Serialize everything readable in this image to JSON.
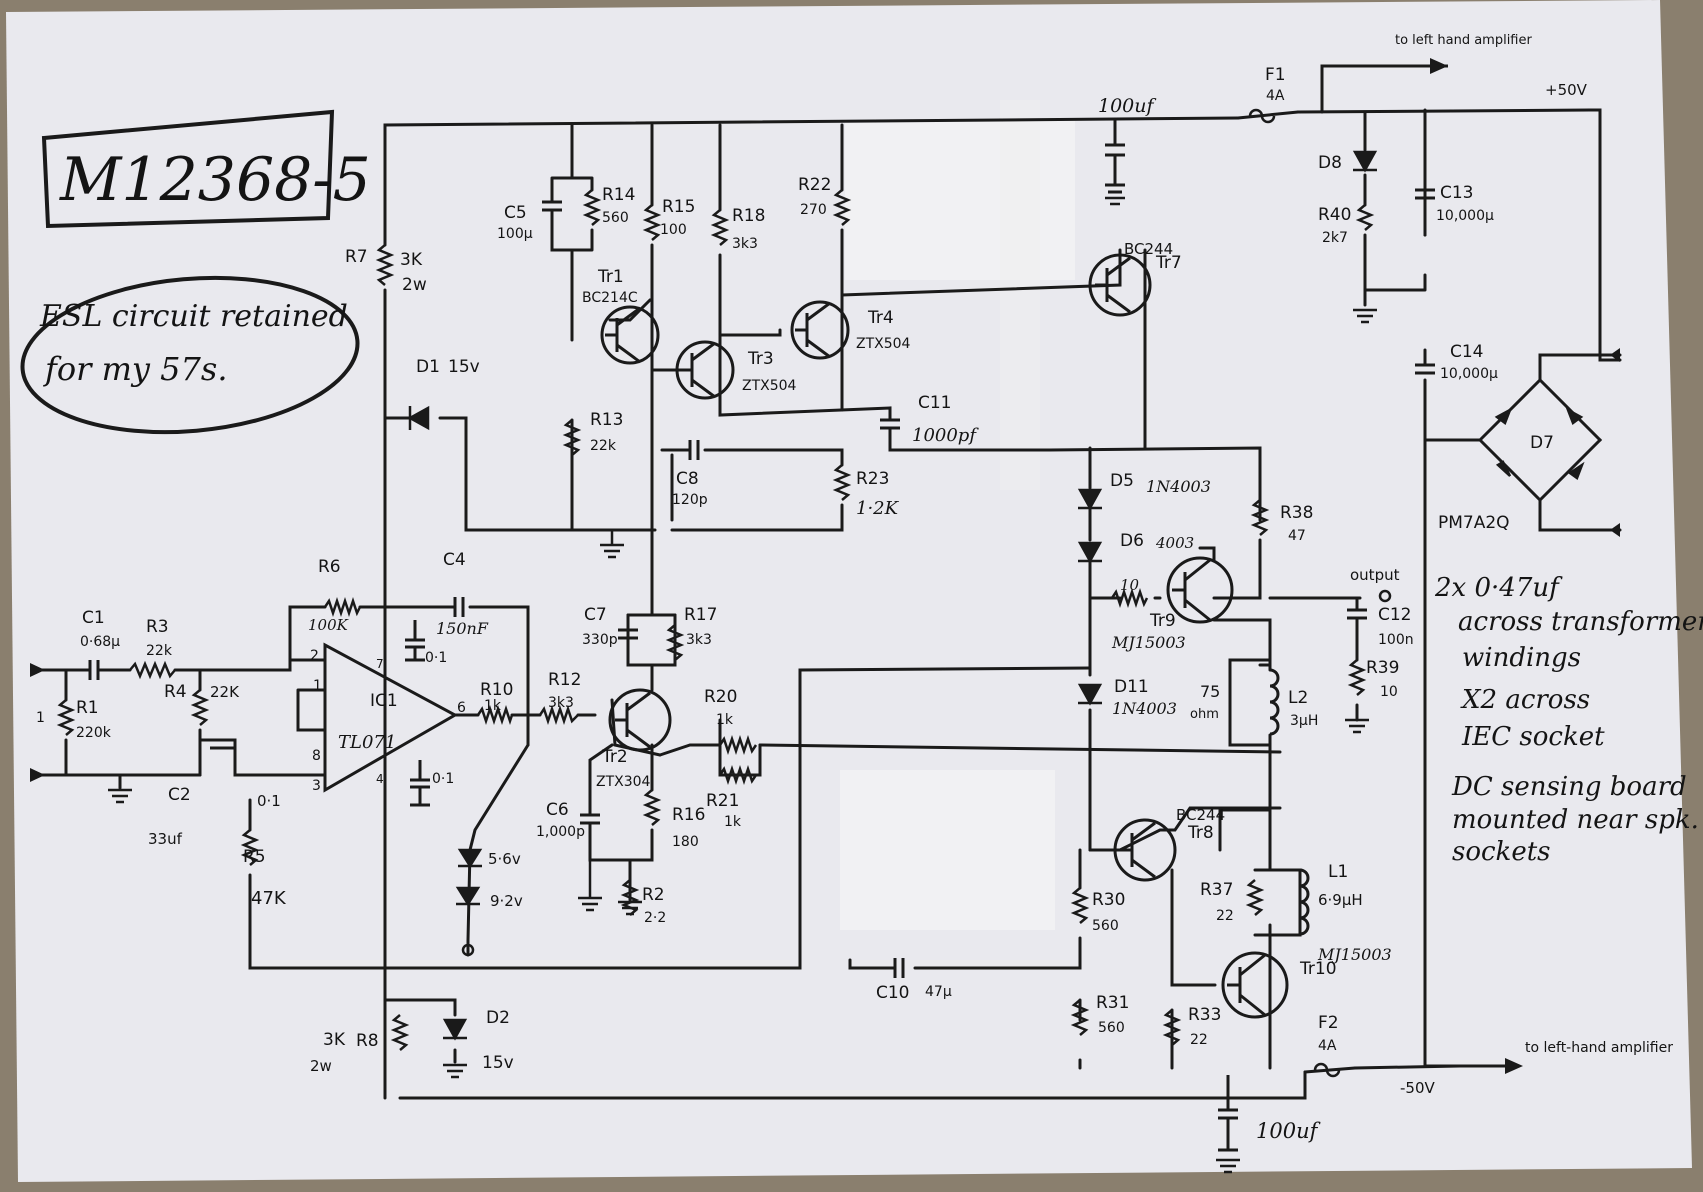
{
  "sheet_id": "M12368-5",
  "note": [
    "ESL circuit retained",
    "for my 57s."
  ],
  "side_notes": [
    "2x 0·47uf",
    "across transformer",
    "windings",
    "X2 across",
    "IEC socket",
    "DC sensing board",
    "mounted near spk.",
    "sockets"
  ],
  "supply": {
    "plus": "+50V",
    "minus": "-50V",
    "to_left_top": "to left hand amplifier",
    "to_left_bottom": "to left-hand amplifier",
    "output": "output",
    "rectifier": "PM7A2Q"
  },
  "labels": {
    "c1": "C1",
    "c1v": "0·68µ",
    "r1": "R1",
    "r1v": "220k",
    "r3": "R3",
    "r3v": "22k",
    "r4": "R4",
    "r4v": "22K",
    "c2": "C2",
    "c2v": "33uf",
    "c2b": "0·1",
    "r5": "R5",
    "r5v": "47K",
    "r6": "R6",
    "r6v": "100K",
    "c4": "C4",
    "c4v": "150nF",
    "c4b": "0·1",
    "ic1": "IC1",
    "ic1v": "TL071",
    "c3b": "0·1",
    "r7": "R7",
    "r7v1": "3K",
    "r7v2": "2w",
    "d1": "D1",
    "d1v": "15v",
    "r8": "R8",
    "r8v1": "3K",
    "r8v2": "2w",
    "d2": "D2",
    "d2v": "15v",
    "z1": "5·6v",
    "z2": "9·2v",
    "r10": "R10",
    "r10v": "1k",
    "r12": "R12",
    "r12v": "3k3",
    "c5": "C5",
    "c5v": "100µ",
    "r14": "R14",
    "r14v": "560",
    "r15": "R15",
    "r15v": "100",
    "tr1": "Tr1",
    "tr1v": "BC214C",
    "r13": "R13",
    "r13v": "22k",
    "r18": "R18",
    "r18v": "3k3",
    "tr3": "Tr3",
    "tr3v": "ZTX504",
    "tr4": "Tr4",
    "tr4v": "ZTX504",
    "r22": "R22",
    "r22v": "270",
    "c11": "C11",
    "c11v": "1000pf",
    "c8": "C8",
    "c8v": "120p",
    "r23": "R23",
    "r23v": "1·2K",
    "c7": "C7",
    "c7v": "330p",
    "r17": "R17",
    "r17v": "3k3",
    "tr2": "Tr2",
    "tr2v": "ZTX304",
    "r20": "R20",
    "r20v": "1k",
    "r21": "R21",
    "r21v": "1k",
    "c6": "C6",
    "c6v": "1,000p",
    "r16": "R16",
    "r16v": "180",
    "r2": "R2",
    "r2v": "2·2",
    "tr7": "Tr7",
    "tr7v": "BC244",
    "cap100a": "100uf",
    "cap100b": "100uf",
    "f1": "F1",
    "f1v": "4A",
    "f2": "F2",
    "f2v": "4A",
    "d8": "D8",
    "r40": "R40",
    "r40v": "2k7",
    "c13": "C13",
    "c13v": "10,000µ",
    "c14": "C14",
    "c14v": "10,000µ",
    "d7": "D7",
    "d5": "D5",
    "d5v": "1N4003",
    "d6": "D6",
    "d6v": "4003",
    "r38": "R38",
    "r38v": "47",
    "r10ohm": "10",
    "tr9": "Tr9",
    "tr9v": "MJ15003",
    "c12": "C12",
    "c12v": "100n",
    "r39": "R39",
    "r39v": "10",
    "d11": "D11",
    "d11v": "1N4003",
    "ohm75a": "75",
    "ohm75b": "ohm",
    "l2": "L2",
    "l2v": "3µH",
    "tr8": "Tr8",
    "tr8v": "BC244",
    "r30": "R30",
    "r30v": "560",
    "r37": "R37",
    "r37v": "22",
    "l1": "L1",
    "l1v": "6·9µH",
    "tr10": "Tr10",
    "tr10v": "MJ15003",
    "c10": "C10",
    "c10v": "47µ",
    "r31": "R31",
    "r31v": "560",
    "r33": "R33",
    "r33v": "22",
    "pin2": "2",
    "pin7": "7",
    "pin1": "1",
    "pin6": "6",
    "pin8": "8",
    "pin3": "3",
    "pin4": "4",
    "in1": "1"
  }
}
